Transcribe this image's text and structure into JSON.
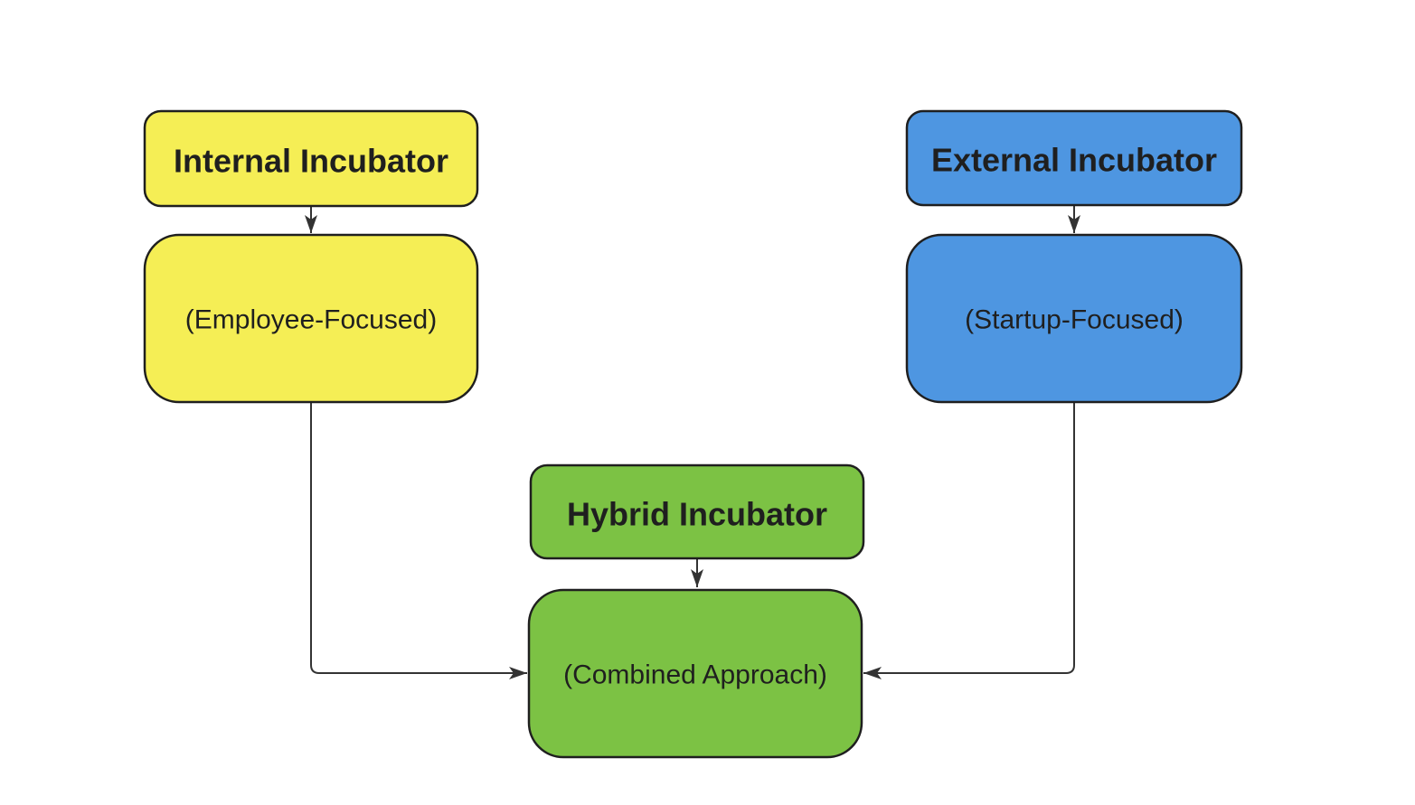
{
  "diagram": {
    "type": "flowchart",
    "background_color": "#ffffff",
    "edge_color": "#333333",
    "node_border_color": "#1f1f1f",
    "text_color": "#1f1f1f",
    "nodes": {
      "internal_title": {
        "label": "Internal Incubator",
        "fill": "#f5ee55"
      },
      "internal_detail": {
        "label": "(Employee-Focused)",
        "fill": "#f5ee55"
      },
      "external_title": {
        "label": "External Incubator",
        "fill": "#4e96e1"
      },
      "external_detail": {
        "label": "(Startup-Focused)",
        "fill": "#4e96e1"
      },
      "hybrid_title": {
        "label": "Hybrid Incubator",
        "fill": "#7cc244"
      },
      "hybrid_detail": {
        "label": "(Combined Approach)",
        "fill": "#7cc244"
      }
    },
    "edges": [
      {
        "from": "internal_title",
        "to": "internal_detail"
      },
      {
        "from": "external_title",
        "to": "external_detail"
      },
      {
        "from": "hybrid_title",
        "to": "hybrid_detail"
      },
      {
        "from": "internal_detail",
        "to": "hybrid_detail"
      },
      {
        "from": "external_detail",
        "to": "hybrid_detail"
      }
    ]
  }
}
